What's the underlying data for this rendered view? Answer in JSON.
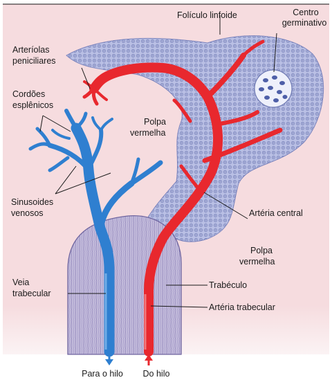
{
  "labels": {
    "foliculo": "Folículo linfoide",
    "centro_l1": "Centro",
    "centro_l2": "germinativo",
    "arteriolas_l1": "Arteríolas",
    "arteriolas_l2": "peniciliares",
    "cordoes_l1": "Cordões",
    "cordoes_l2": "esplênicos",
    "polpa1_l1": "Polpa",
    "polpa1_l2": "vermelha",
    "sinusoides_l1": "Sinusoides",
    "sinusoides_l2": "venosos",
    "arteria_central": "Artéria central",
    "polpa2_l1": "Polpa",
    "polpa2_l2": "vermelha",
    "veia_l1": "Veia",
    "veia_l2": "trabecular",
    "trabeculo": "Trabéculo",
    "arteria_trabecular": "Artéria trabecular",
    "para_hilo": "Para o hilo",
    "do_hilo": "Do hilo"
  },
  "colors": {
    "background": "#f6dcdf",
    "follicle": "#b7bde3",
    "follicle_dots": "#6f7ab4",
    "trabecula": "#c1b9da",
    "artery": "#e8282e",
    "vein": "#2f7fd0"
  }
}
